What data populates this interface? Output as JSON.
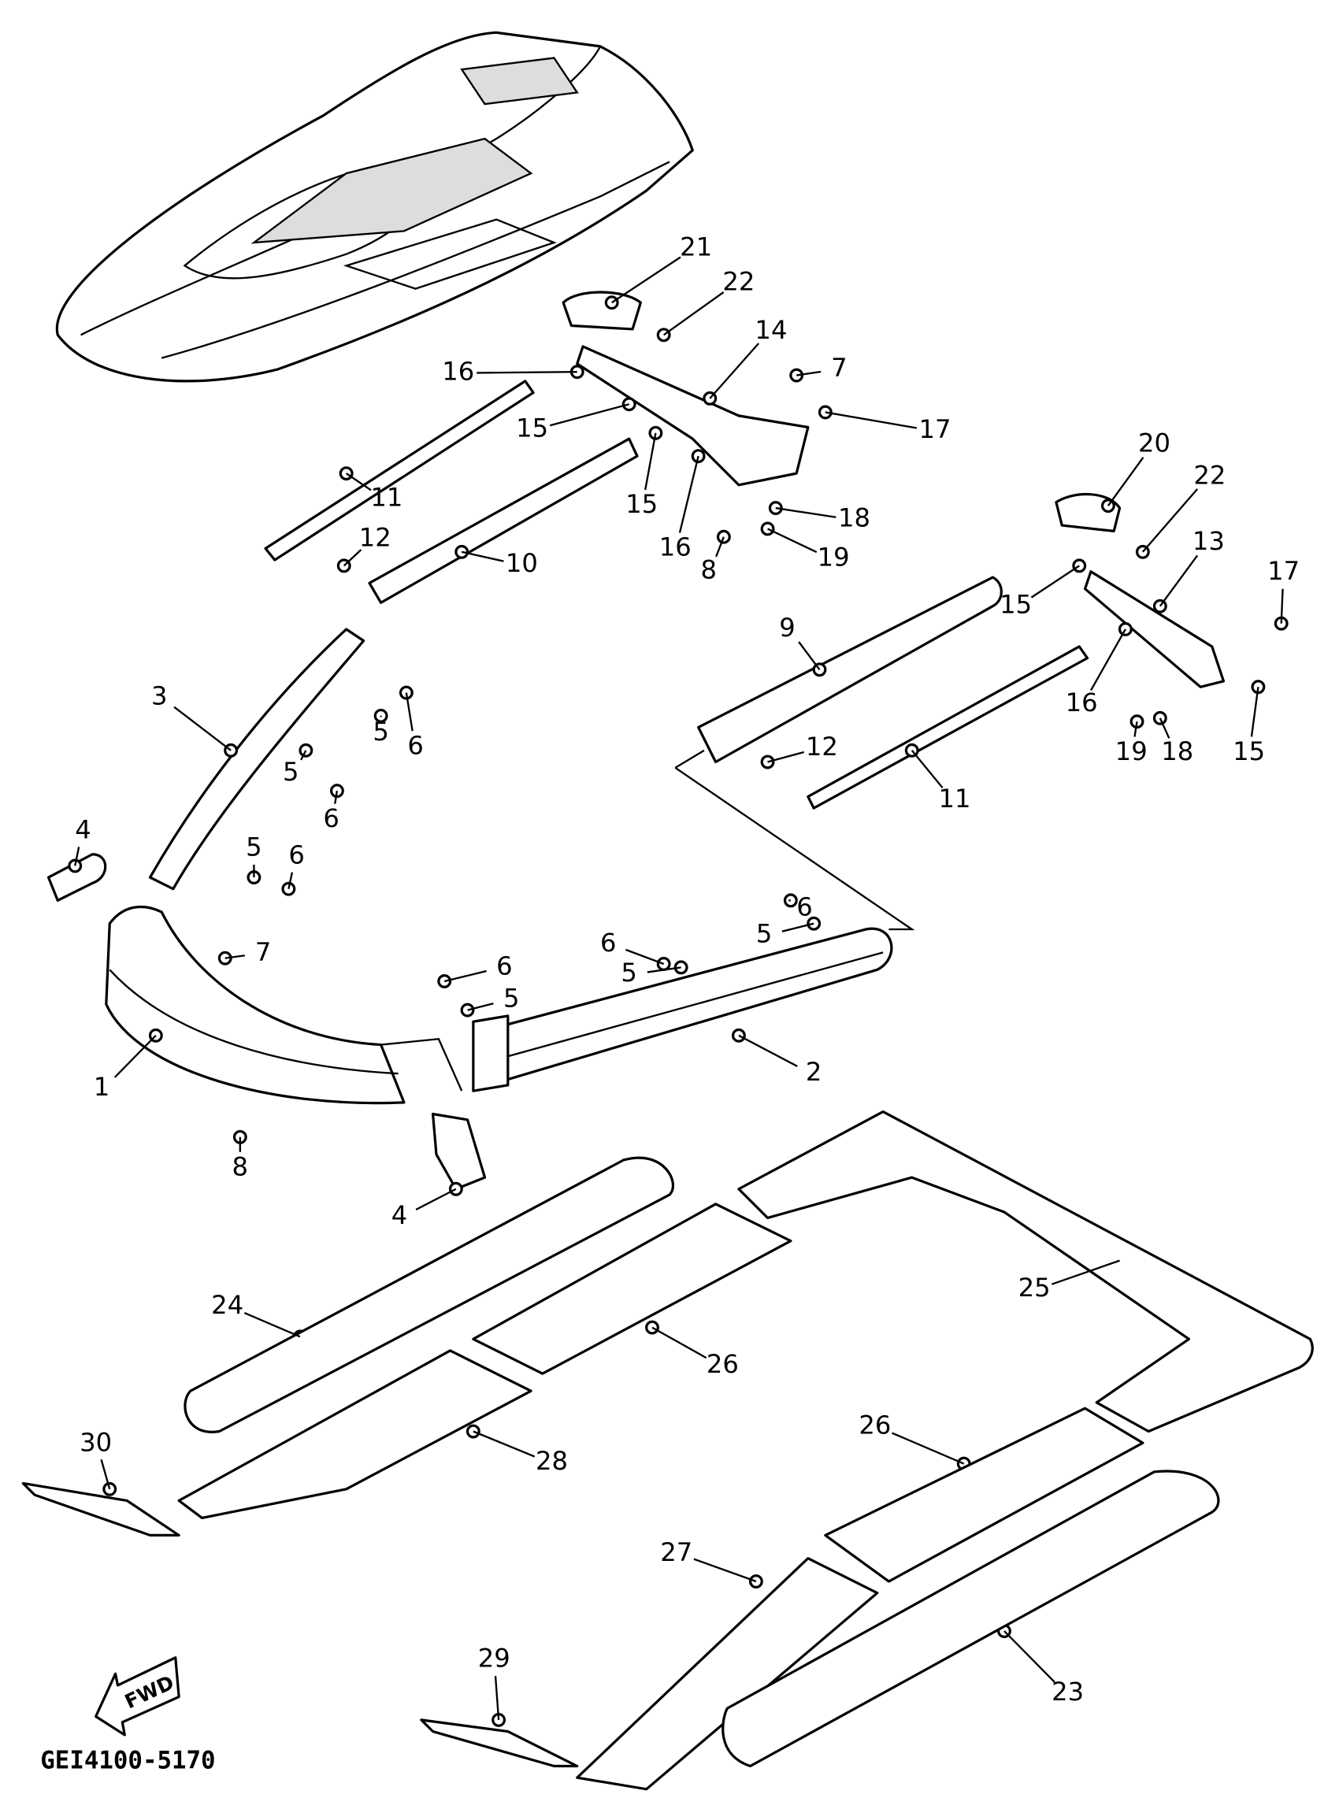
{
  "diagram": {
    "callouts": [
      "21",
      "22",
      "14",
      "16",
      "7",
      "15",
      "15",
      "16",
      "17",
      "18",
      "19",
      "8",
      "11",
      "12",
      "10",
      "20",
      "22",
      "13",
      "17",
      "15",
      "9",
      "16",
      "19",
      "18",
      "15",
      "12",
      "11",
      "3",
      "5",
      "6",
      "5",
      "6",
      "5",
      "6",
      "4",
      "7",
      "6",
      "5",
      "6",
      "5",
      "6",
      "5",
      "2",
      "1",
      "8",
      "4",
      "24",
      "26",
      "25",
      "28",
      "26",
      "30",
      "27",
      "29",
      "23"
    ],
    "direction_label": "FWD",
    "drawing_code": "GEI4100-5170"
  }
}
